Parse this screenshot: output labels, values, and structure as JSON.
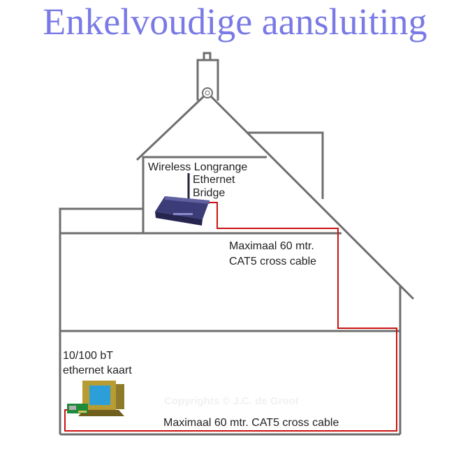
{
  "title": "Enkelvoudige aansluiting",
  "labels": {
    "bridge_line1": "Wireless Longrange",
    "bridge_line2": "Ethernet",
    "bridge_line3": "Bridge",
    "cable_upper_line1": "Maximaal 60 mtr.",
    "cable_upper_line2": "CAT5 cross cable",
    "nic_line1": "10/100 bT",
    "nic_line2": "ethernet kaart",
    "cable_lower": "Maximaal 60 mtr. CAT5 cross cable",
    "watermark": "Copyrights © J.C. de Groot"
  },
  "colors": {
    "title": "#7a7ae6",
    "house_outline": "#6e6e6e",
    "cable": "#cc1111",
    "bridge_body": "#3c3c78",
    "monitor_screen": "#2d9fd8"
  },
  "icons": {
    "bridge": "wireless-bridge-icon",
    "computer": "computer-icon"
  }
}
